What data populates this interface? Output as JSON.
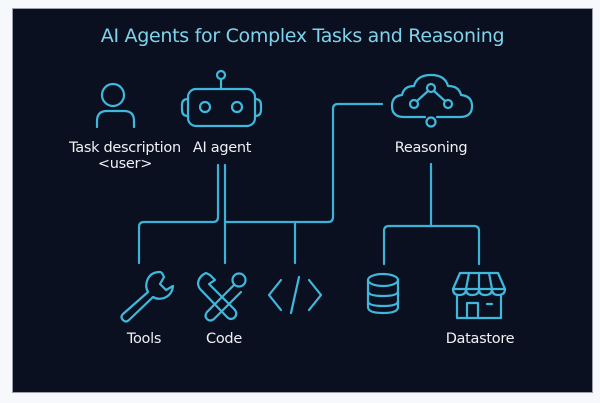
{
  "title": "AI Agents for Complex Tasks and Reasoning",
  "colors": {
    "background": "#0b1020",
    "title": "#7fd3ea",
    "icon_stroke": "#3fb8dc",
    "connector": "#3bb3d6",
    "label": "#eef0f2"
  },
  "nodes": {
    "task": {
      "icon": "user-icon",
      "label_line1": "Task description",
      "label_line2": "<user>"
    },
    "agent": {
      "icon": "robot-icon",
      "label": "AI agent"
    },
    "reasoning": {
      "icon": "cloud-network-icon",
      "label": "Reasoning"
    },
    "tools": {
      "icon": "wrench-icon",
      "label": "Tools"
    },
    "code": {
      "icon": "wrench-screwdriver-icon",
      "label": "Code"
    },
    "code_brackets": {
      "icon": "code-brackets-icon",
      "label": ""
    },
    "database": {
      "icon": "database-icon",
      "label": ""
    },
    "datastore": {
      "icon": "storefront-icon",
      "label": "Datastore"
    }
  },
  "edges": [
    {
      "from": "agent",
      "to": "tools"
    },
    {
      "from": "agent",
      "to": "code"
    },
    {
      "from": "agent",
      "to": "code_brackets"
    },
    {
      "from": "agent",
      "to": "reasoning"
    },
    {
      "from": "reasoning",
      "to": "database"
    },
    {
      "from": "reasoning",
      "to": "datastore"
    }
  ]
}
